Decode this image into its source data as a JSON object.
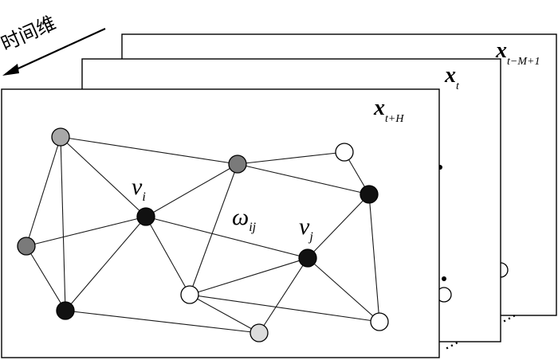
{
  "time_axis": {
    "label": "时间维"
  },
  "frames": [
    {
      "main": "x",
      "sub": "t−M+1"
    },
    {
      "main": "x",
      "sub": "t"
    },
    {
      "main": "x",
      "sub": "t+H"
    }
  ],
  "graph": {
    "vi": {
      "main": "v",
      "sub": "i"
    },
    "vj": {
      "main": "v",
      "sub": "j"
    },
    "weight": {
      "main": "ω",
      "sub": "ij"
    }
  },
  "ellipsis": "⋯",
  "colors": {
    "black_node": "#111111",
    "gray_node": "#8a8a8a",
    "light_gray_node": "#dcdcdc",
    "white_node": "#ffffff"
  }
}
